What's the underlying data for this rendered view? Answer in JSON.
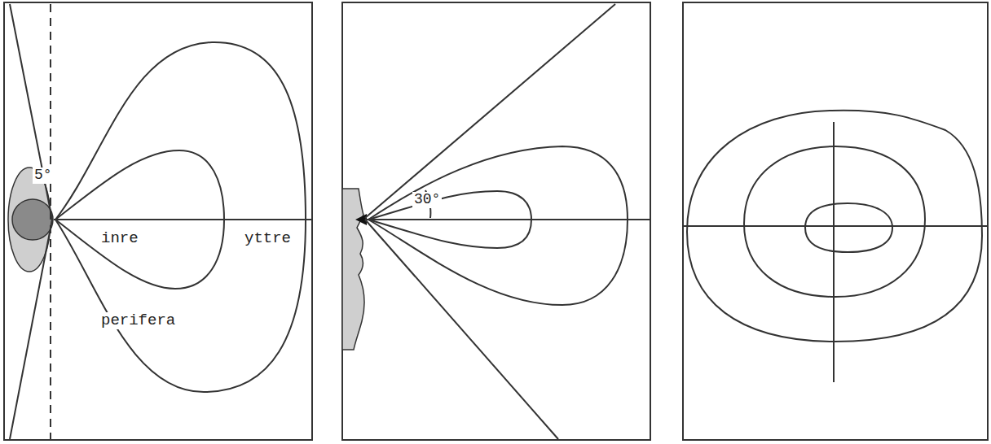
{
  "diagram": {
    "labels": [
      "5°",
      "inre",
      "yttre",
      "perifera",
      "30°"
    ]
  }
}
